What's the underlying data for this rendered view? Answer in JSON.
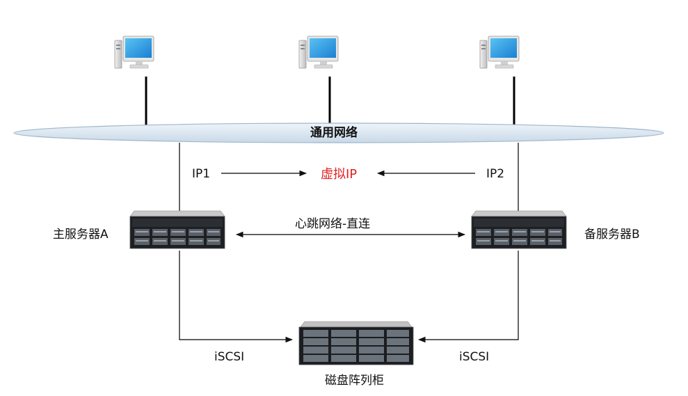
{
  "network": {
    "label": "通用网络"
  },
  "virtual_ip": {
    "label": "虚拟IP",
    "color": "#e02020"
  },
  "ip1": {
    "label": "IP1"
  },
  "ip2": {
    "label": "IP2"
  },
  "heartbeat": {
    "label": "心跳网络-直连"
  },
  "server_a": {
    "label": "主服务器A"
  },
  "server_b": {
    "label": "备服务器B"
  },
  "iscsi_left": {
    "label": "iSCSI"
  },
  "iscsi_right": {
    "label": "iSCSI"
  },
  "storage": {
    "label": "磁盘阵列柜"
  },
  "clients": [
    {
      "icon": "desktop-computer-icon"
    },
    {
      "icon": "desktop-computer-icon"
    },
    {
      "icon": "desktop-computer-icon"
    }
  ],
  "colors": {
    "network_fill": "#dde8f2",
    "network_stroke": "#9fb6ca",
    "screen": "#2f9fe6"
  }
}
